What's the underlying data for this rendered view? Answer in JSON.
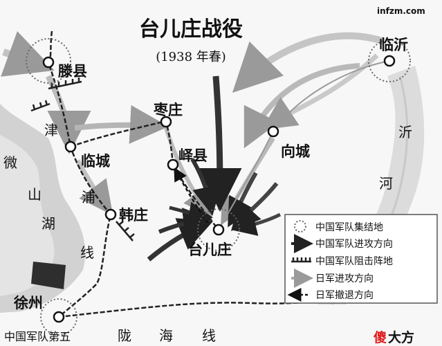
{
  "map": {
    "title": "台儿庄战役",
    "subtitle": "(1938 年春)",
    "source_mark": "infzm.com",
    "watermark": {
      "red_char": "傻",
      "rest": "大方"
    },
    "places": {
      "tengxian": "滕县",
      "lincheng": "临城",
      "hanzhuang": "韩庄",
      "zaozhuang": "枣庄",
      "yixian": "峄县",
      "taierzhuang": "台儿庄",
      "xiangcheng": "向城",
      "linyi": "临沂",
      "xuzhou": "徐州"
    },
    "labels": {
      "jinpu_1": "津",
      "jinpu_2": "浦",
      "jinpu_3": "线",
      "weishan_1": "微",
      "weishan_2": "山",
      "weishan_3": "湖",
      "yihe_1": "沂",
      "yihe_2": "河",
      "longhai_1": "陇",
      "longhai_2": "海",
      "longhai_3": "线",
      "bottom_note": "中国军队第五"
    },
    "legend": [
      {
        "symbol": "dotted-circle",
        "label": "中国军队集结地"
      },
      {
        "symbol": "dark-arrow",
        "label": "中国军队进攻方向"
      },
      {
        "symbol": "block-line",
        "label": "中国军队阻击阵地"
      },
      {
        "symbol": "gray-arrow",
        "label": "日军进攻方向"
      },
      {
        "symbol": "dashed-arrow",
        "label": "日军撤退方向"
      }
    ],
    "colors": {
      "chinese_army": "#333333",
      "japanese_army": "#b5b5b5",
      "water": "#d2d2d2",
      "accent_red": "#e0191c"
    }
  }
}
